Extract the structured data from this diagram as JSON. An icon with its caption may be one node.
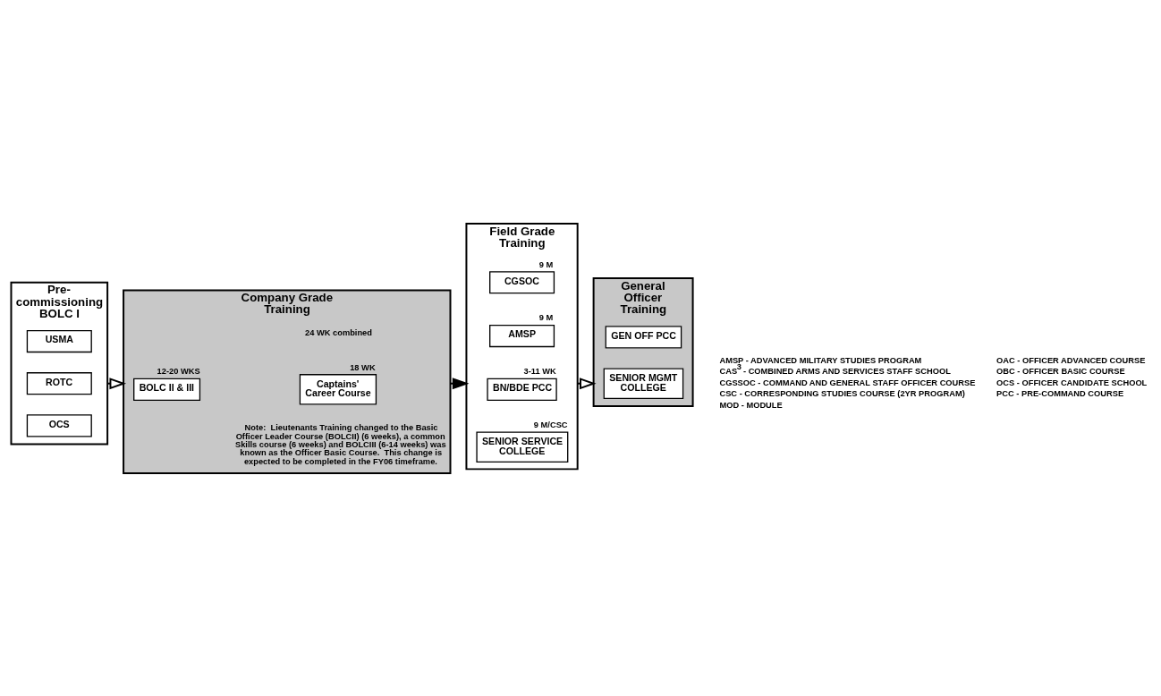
{
  "diagram": {
    "nodes": [
      {
        "text": [
          "Pre- commissioning BOLC I"
        ]
      },
      {
        "text": [
          "USMA"
        ],
        "in": 0
      },
      {
        "text": [
          "ROTC"
        ],
        "in": 0
      },
      {
        "text": [
          "OCS"
        ],
        "in": 0
      },
      {
        "text": [
          "Company Grade Training"
        ]
      },
      {
        "text": [
          "BOLC II & III"
        ],
        "in": 4,
        "beside": [
          "12-20 WKS"
        ]
      },
      {
        "text": [
          "Captains' Career Course"
        ],
        "in": 4,
        "beside": [
          "18 WK"
        ]
      },
      {
        "text": [
          "Field Grade Training"
        ]
      },
      {
        "text": [
          "CGSOC"
        ],
        "in": 7,
        "beside": [
          "9 M"
        ]
      },
      {
        "text": [
          "AMSP"
        ],
        "in": 7,
        "beside": [
          "9 M"
        ]
      },
      {
        "text": [
          "BN/BDE PCC"
        ],
        "in": 7,
        "beside": [
          "3-11 WK"
        ]
      },
      {
        "text": [
          "SENIOR SERVICE COLLEGE"
        ],
        "in": 7,
        "beside": [
          "9 M/CSC"
        ]
      },
      {
        "text": [
          "General Officer Training"
        ]
      },
      {
        "text": [
          "GEN OFF PCC"
        ],
        "in": 12
      },
      {
        "text": [
          "SENIOR MGMT COLLEGE"
        ],
        "in": 12
      }
    ],
    "edges": [
      {
        "from": 0,
        "to": 4,
        "arrow": "to"
      },
      {
        "from": 4,
        "to": 7,
        "arrow": "to",
        "color": "#000000"
      },
      {
        "from": 7,
        "to": 12,
        "arrow": "to"
      }
    ],
    "labels": [
      "24 WK combined",
      "Note:  Lieutenants Training changed to the Basic Officer Leader Course (BOLCII) (6 weeks), a common Skills course (6 weeks) and BOLCIII (6-14 weeks) was known as the Officer Basic Course.  This change is expected to be completed in the FY06 timeframe.",
      "AMSP - ADVANCED MILITARY STUDIES PROGRAM",
      "CAS$^{3}$ - COMBINED ARMS AND SERVICES STAFF SCHOOL",
      "CGSSOC - COMMAND AND GENERAL STAFF OFFICER COURSE",
      "CSC - CORRESPONDING STUDIES COURSE (2YR PROGRAM)",
      "MOD - MODULE",
      "OAC - OFFICER ADVANCED COURSE",
      "OBC - OFFICER BASIC COURSE",
      "OCS - OFFICER CANDIDATE SCHOOL",
      "PCC - PRE-COMMAND COURSE"
    ]
  }
}
